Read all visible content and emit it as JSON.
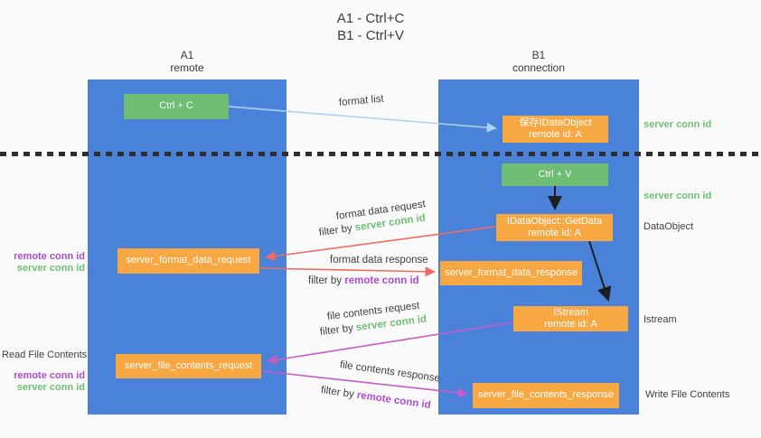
{
  "title": {
    "line1": "A1 - Ctrl+C",
    "line2": "B1 - Ctrl+V"
  },
  "lanes": {
    "left": {
      "name_line1": "A1",
      "name_line2": "remote"
    },
    "right": {
      "name_line1": "B1",
      "name_line2": "connection"
    }
  },
  "nodes": {
    "ctrl_c": {
      "label": "Ctrl + C"
    },
    "save_dataobject": {
      "line1": "保存IDataObject",
      "line2": "remote id: A"
    },
    "ctrl_v": {
      "label": "Ctrl + V"
    },
    "getdata": {
      "line1": "IDataObject::GetData",
      "line2": "remote id: A"
    },
    "format_request": {
      "label": "server_format_data_request"
    },
    "format_response": {
      "label": "server_format_data_response"
    },
    "istream": {
      "line1": "IStream",
      "line2": "remote id: A"
    },
    "file_request": {
      "label": "server_file_contents_request"
    },
    "file_response": {
      "label": "server_file_contents_response"
    }
  },
  "edge_labels": {
    "format_list": "format list",
    "format_data_request": "format data request",
    "format_data_request_filter": {
      "prefix": "filter by ",
      "key": "server conn id"
    },
    "format_data_response": "format data response",
    "format_data_response_filter": {
      "prefix": "filter by ",
      "key": "remote conn id"
    },
    "file_contents_request": "file contents request",
    "file_contents_request_filter": {
      "prefix": "filter by ",
      "key": "server conn id"
    },
    "file_contents_response": "file contents response",
    "file_contents_response_filter": {
      "prefix": "filter by ",
      "key": "remote conn id"
    }
  },
  "side_labels": {
    "right_server_conn_id_top": "server conn id",
    "right_server_conn_id_mid": "server conn id",
    "right_dataobject": "DataObject",
    "right_istream": "Istream",
    "right_write_file_contents": "Write File Contents",
    "left_remote_conn_id_top": "remote conn id",
    "left_server_conn_id_top": "server conn id",
    "left_read_file_contents": "Read File Contents",
    "left_remote_conn_id_bottom": "remote conn id",
    "left_server_conn_id_bottom": "server conn id"
  },
  "colors": {
    "lane_blue": "#4A81D9",
    "node_orange": "#F7A843",
    "node_green": "#6EBD72",
    "text_green": "#6FBF72",
    "text_purple": "#AE4CCF",
    "arrow_red": "#EE6D60",
    "arrow_magenta": "#C75BC8",
    "arrow_lightblue": "#A9D3F1",
    "arrow_black": "#1E1E1E",
    "text_dark": "#3F3F3F",
    "background": "#FAFAFA"
  }
}
